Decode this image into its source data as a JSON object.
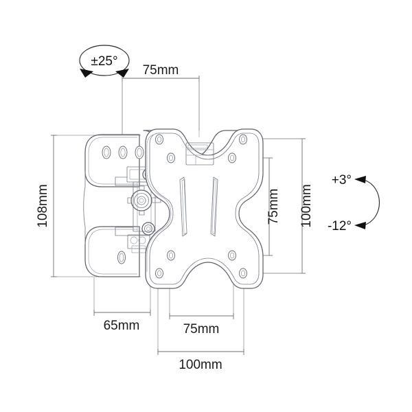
{
  "drawing": {
    "title": "TV wall mount bracket technical dimension drawing",
    "background_color": "#ffffff",
    "line_color": "#5d6068",
    "dimension_line_color": "#6f6f6f",
    "text_color": "#1a1a1a"
  },
  "dimensions": {
    "top_width": "75mm",
    "left_height": "108mm",
    "right_inner_height": "75mm",
    "right_outer_height": "100mm",
    "bottom_left_width": "65mm",
    "bottom_inner_width": "75mm",
    "bottom_outer_width": "100mm"
  },
  "angles": {
    "swivel": "±25°",
    "tilt_up": "+3°",
    "tilt_down": "-12°"
  },
  "labels": {
    "swivel_indicator_name": "swivel-range-indicator",
    "tilt_indicator_name": "tilt-range-indicator"
  }
}
